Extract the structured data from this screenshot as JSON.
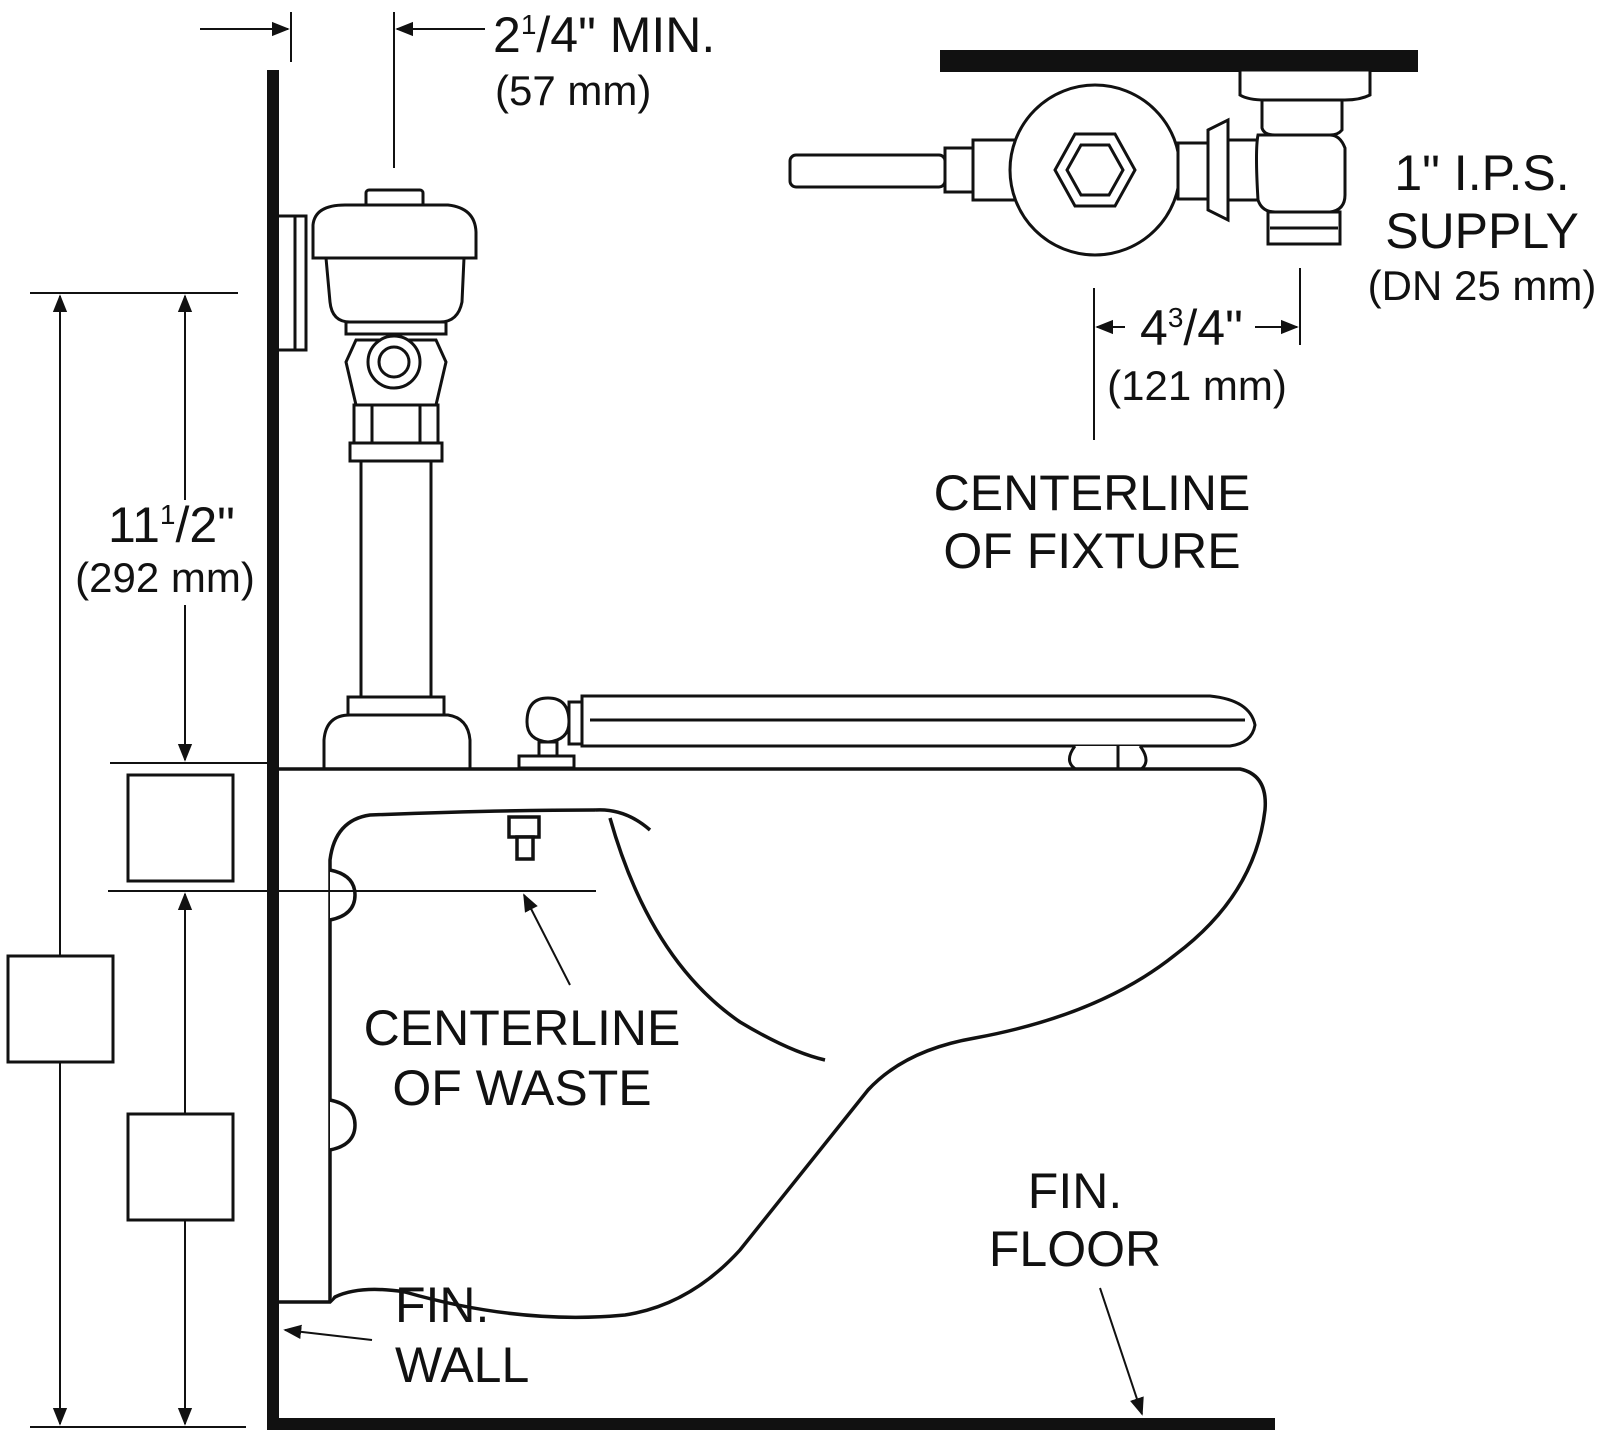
{
  "labels": {
    "min_clearance": {
      "whole": "2",
      "fraction_top": "1",
      "fraction_bottom": "/4\" MIN.",
      "metric": "(57 mm)"
    },
    "supply": {
      "line1": "1\" I.P.S.",
      "line2": "SUPPLY",
      "line3": "(DN 25 mm)"
    },
    "offset": {
      "whole": "4",
      "fraction_top": "3",
      "fraction_bottom": "/4\"",
      "metric": "(121 mm)"
    },
    "height": {
      "whole": "11",
      "fraction_top": "1",
      "fraction_bottom": "/2\"",
      "metric": "(292 mm)"
    },
    "centerline_fixture": {
      "line1": "CENTERLINE",
      "line2": "OF FIXTURE"
    },
    "centerline_waste": {
      "line1": "CENTERLINE",
      "line2": "OF WASTE"
    },
    "fin_wall": {
      "line1": "FIN.",
      "line2": "WALL"
    },
    "fin_floor": {
      "line1": "FIN.",
      "line2": "FLOOR"
    }
  },
  "colors": {
    "ink": "#111111",
    "paper": "#ffffff"
  }
}
